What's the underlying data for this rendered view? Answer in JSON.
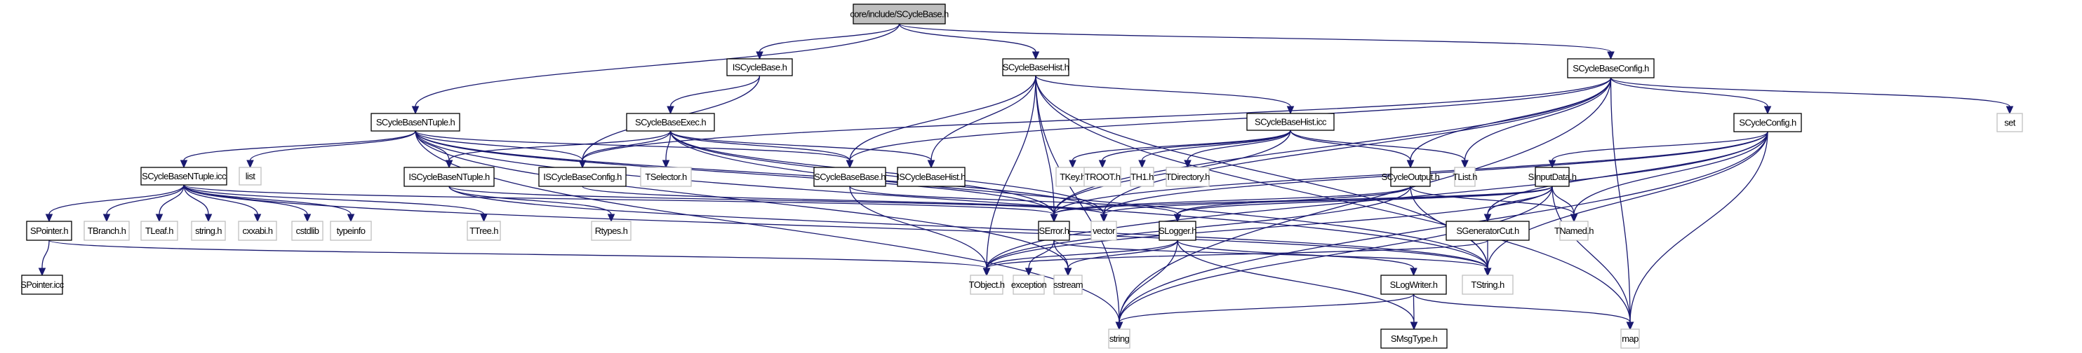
{
  "title": "core/include/SCycleBase.h include dependency graph",
  "colors": {
    "edge": "#191970",
    "root_fill": "#bfbfbf",
    "doc_border": "#000000",
    "external_border": "#bfbfbf"
  },
  "nodes": [
    {
      "id": "root",
      "label": "core/include/SCycleBase.h",
      "kind": "root"
    },
    {
      "id": "ISCycleBase",
      "label": "ISCycleBase.h",
      "kind": "doc"
    },
    {
      "id": "SCycleBaseHist",
      "label": "SCycleBaseHist.h",
      "kind": "doc"
    },
    {
      "id": "SCycleBaseConfig",
      "label": "SCycleBaseConfig.h",
      "kind": "doc"
    },
    {
      "id": "SCycleBaseNTuple",
      "label": "SCycleBaseNTuple.h",
      "kind": "doc"
    },
    {
      "id": "SCycleBaseExec",
      "label": "SCycleBaseExec.h",
      "kind": "doc"
    },
    {
      "id": "SCycleBaseHistIcc",
      "label": "SCycleBaseHist.icc",
      "kind": "doc"
    },
    {
      "id": "SCycleConfig",
      "label": "SCycleConfig.h",
      "kind": "doc"
    },
    {
      "id": "set",
      "label": "set",
      "kind": "ext"
    },
    {
      "id": "SCycleBaseNTupleIcc",
      "label": "SCycleBaseNTuple.icc",
      "kind": "doc"
    },
    {
      "id": "list",
      "label": "list",
      "kind": "ext"
    },
    {
      "id": "ISCycleBaseNTuple",
      "label": "ISCycleBaseNTuple.h",
      "kind": "doc"
    },
    {
      "id": "ISCycleBaseConfig",
      "label": "ISCycleBaseConfig.h",
      "kind": "doc"
    },
    {
      "id": "TSelector",
      "label": "TSelector.h",
      "kind": "ext"
    },
    {
      "id": "SCycleBaseBase",
      "label": "SCycleBaseBase.h",
      "kind": "doc"
    },
    {
      "id": "ISCycleBaseHist",
      "label": "ISCycleBaseHist.h",
      "kind": "doc"
    },
    {
      "id": "TKey",
      "label": "TKey.h",
      "kind": "ext"
    },
    {
      "id": "TROOT",
      "label": "TROOT.h",
      "kind": "ext"
    },
    {
      "id": "TH1",
      "label": "TH1.h",
      "kind": "ext"
    },
    {
      "id": "TDirectory",
      "label": "TDirectory.h",
      "kind": "ext"
    },
    {
      "id": "SCycleOutput",
      "label": "SCycleOutput.h",
      "kind": "doc"
    },
    {
      "id": "TList",
      "label": "TList.h",
      "kind": "ext"
    },
    {
      "id": "SInputData",
      "label": "SInputData.h",
      "kind": "doc"
    },
    {
      "id": "SPointer",
      "label": "SPointer.h",
      "kind": "doc"
    },
    {
      "id": "TBranch",
      "label": "TBranch.h",
      "kind": "ext"
    },
    {
      "id": "TLeaf",
      "label": "TLeaf.h",
      "kind": "ext"
    },
    {
      "id": "stringh",
      "label": "string.h",
      "kind": "ext"
    },
    {
      "id": "cxxabi",
      "label": "cxxabi.h",
      "kind": "ext"
    },
    {
      "id": "cstdlib",
      "label": "cstdlib",
      "kind": "ext"
    },
    {
      "id": "typeinfo",
      "label": "typeinfo",
      "kind": "ext"
    },
    {
      "id": "TTree",
      "label": "TTree.h",
      "kind": "ext"
    },
    {
      "id": "Rtypes",
      "label": "Rtypes.h",
      "kind": "ext"
    },
    {
      "id": "SError",
      "label": "SError.h",
      "kind": "doc"
    },
    {
      "id": "vector",
      "label": "vector",
      "kind": "ext"
    },
    {
      "id": "SLogger",
      "label": "SLogger.h",
      "kind": "doc"
    },
    {
      "id": "SGeneratorCut",
      "label": "SGeneratorCut.h",
      "kind": "doc"
    },
    {
      "id": "TNamed",
      "label": "TNamed.h",
      "kind": "ext"
    },
    {
      "id": "SPointerIcc",
      "label": "SPointer.icc",
      "kind": "doc"
    },
    {
      "id": "TObject",
      "label": "TObject.h",
      "kind": "ext"
    },
    {
      "id": "exception",
      "label": "exception",
      "kind": "ext"
    },
    {
      "id": "sstream",
      "label": "sstream",
      "kind": "ext"
    },
    {
      "id": "SLogWriter",
      "label": "SLogWriter.h",
      "kind": "doc"
    },
    {
      "id": "TString",
      "label": "TString.h",
      "kind": "ext"
    },
    {
      "id": "string",
      "label": "string",
      "kind": "ext"
    },
    {
      "id": "SMsgType",
      "label": "SMsgType.h",
      "kind": "doc"
    },
    {
      "id": "map",
      "label": "map",
      "kind": "ext"
    }
  ],
  "edges": [
    [
      "root",
      "ISCycleBase"
    ],
    [
      "root",
      "SCycleBaseHist"
    ],
    [
      "root",
      "SCycleBaseConfig"
    ],
    [
      "root",
      "SCycleBaseNTuple"
    ],
    [
      "ISCycleBase",
      "SCycleBaseExec"
    ],
    [
      "ISCycleBase",
      "ISCycleBaseConfig"
    ],
    [
      "SCycleBaseHist",
      "SCycleBaseHistIcc"
    ],
    [
      "SCycleBaseHist",
      "SCycleBaseBase"
    ],
    [
      "SCycleBaseHist",
      "ISCycleBaseHist"
    ],
    [
      "SCycleBaseHist",
      "SError"
    ],
    [
      "SCycleBaseHist",
      "TObject"
    ],
    [
      "SCycleBaseHist",
      "TString"
    ],
    [
      "SCycleBaseHist",
      "string"
    ],
    [
      "SCycleBaseHist",
      "map"
    ],
    [
      "SCycleBaseConfig",
      "SCycleConfig"
    ],
    [
      "SCycleBaseConfig",
      "set"
    ],
    [
      "SCycleBaseConfig",
      "ISCycleBaseConfig"
    ],
    [
      "SCycleBaseConfig",
      "SCycleBaseBase"
    ],
    [
      "SCycleBaseConfig",
      "TList"
    ],
    [
      "SCycleBaseConfig",
      "vector"
    ],
    [
      "SCycleBaseConfig",
      "SError"
    ],
    [
      "SCycleBaseConfig",
      "map"
    ],
    [
      "SCycleBaseConfig",
      "string"
    ],
    [
      "SCycleBaseConfig",
      "SCycleOutput"
    ],
    [
      "SCycleBaseNTuple",
      "SCycleBaseNTupleIcc"
    ],
    [
      "SCycleBaseNTuple",
      "list"
    ],
    [
      "SCycleBaseNTuple",
      "ISCycleBaseNTuple"
    ],
    [
      "SCycleBaseNTuple",
      "ISCycleBaseConfig"
    ],
    [
      "SCycleBaseNTuple",
      "SCycleBaseBase"
    ],
    [
      "SCycleBaseNTuple",
      "SError"
    ],
    [
      "SCycleBaseNTuple",
      "vector"
    ],
    [
      "SCycleBaseNTuple",
      "string"
    ],
    [
      "SCycleBaseNTuple",
      "TString"
    ],
    [
      "SCycleBaseNTuple",
      "sstream"
    ],
    [
      "SCycleBaseExec",
      "ISCycleBaseNTuple"
    ],
    [
      "SCycleBaseExec",
      "ISCycleBaseConfig"
    ],
    [
      "SCycleBaseExec",
      "TSelector"
    ],
    [
      "SCycleBaseExec",
      "SCycleBaseBase"
    ],
    [
      "SCycleBaseExec",
      "ISCycleBaseHist"
    ],
    [
      "SCycleBaseExec",
      "SError"
    ],
    [
      "SCycleBaseExec",
      "vector"
    ],
    [
      "SCycleBaseExec",
      "TString"
    ],
    [
      "SCycleBaseHistIcc",
      "TKey"
    ],
    [
      "SCycleBaseHistIcc",
      "TROOT"
    ],
    [
      "SCycleBaseHistIcc",
      "TH1"
    ],
    [
      "SCycleBaseHistIcc",
      "TDirectory"
    ],
    [
      "SCycleBaseHistIcc",
      "TList"
    ],
    [
      "SCycleBaseHistIcc",
      "SCycleOutput"
    ],
    [
      "SCycleBaseHistIcc",
      "SError"
    ],
    [
      "SCycleConfig",
      "SInputData"
    ],
    [
      "SCycleConfig",
      "TNamed"
    ],
    [
      "SCycleConfig",
      "map"
    ],
    [
      "SCycleConfig",
      "vector"
    ],
    [
      "SCycleConfig",
      "SError"
    ],
    [
      "SCycleConfig",
      "SGeneratorCut"
    ],
    [
      "SCycleConfig",
      "TString"
    ],
    [
      "SCycleConfig",
      "string"
    ],
    [
      "SCycleConfig",
      "TObject"
    ],
    [
      "SCycleBaseNTupleIcc",
      "SPointer"
    ],
    [
      "SCycleBaseNTupleIcc",
      "TBranch"
    ],
    [
      "SCycleBaseNTupleIcc",
      "TLeaf"
    ],
    [
      "SCycleBaseNTupleIcc",
      "stringh"
    ],
    [
      "SCycleBaseNTupleIcc",
      "cxxabi"
    ],
    [
      "SCycleBaseNTupleIcc",
      "cstdlib"
    ],
    [
      "SCycleBaseNTupleIcc",
      "typeinfo"
    ],
    [
      "SCycleBaseNTupleIcc",
      "TTree"
    ],
    [
      "SCycleBaseNTupleIcc",
      "SError"
    ],
    [
      "SCycleBaseNTupleIcc",
      "TString"
    ],
    [
      "ISCycleBaseNTuple",
      "Rtypes"
    ],
    [
      "ISCycleBaseNTuple",
      "vector"
    ],
    [
      "ISCycleBaseNTuple",
      "TString"
    ],
    [
      "ISCycleBaseConfig",
      "vector"
    ],
    [
      "SCycleBaseBase",
      "SLogger"
    ],
    [
      "SCycleBaseBase",
      "TObject"
    ],
    [
      "SCycleOutput",
      "TNamed"
    ],
    [
      "SCycleOutput",
      "SLogger"
    ],
    [
      "SCycleOutput",
      "SError"
    ],
    [
      "SCycleOutput",
      "TString"
    ],
    [
      "SCycleOutput",
      "TObject"
    ],
    [
      "SInputData",
      "TNamed"
    ],
    [
      "SInputData",
      "vector"
    ],
    [
      "SInputData",
      "SError"
    ],
    [
      "SInputData",
      "SLogger"
    ],
    [
      "SInputData",
      "SGeneratorCut"
    ],
    [
      "SInputData",
      "map"
    ],
    [
      "SInputData",
      "TObject"
    ],
    [
      "SInputData",
      "string"
    ],
    [
      "SPointer",
      "SPointerIcc"
    ],
    [
      "SPointer",
      "TObject"
    ],
    [
      "SError",
      "exception"
    ],
    [
      "SError",
      "sstream"
    ],
    [
      "SError",
      "TString"
    ],
    [
      "SLogger",
      "SLogWriter"
    ],
    [
      "SLogger",
      "TObject"
    ],
    [
      "SLogger",
      "sstream"
    ],
    [
      "SLogger",
      "string"
    ],
    [
      "SLogger",
      "SMsgType"
    ],
    [
      "SGeneratorCut",
      "TString"
    ],
    [
      "SGeneratorCut",
      "TObject"
    ],
    [
      "SLogWriter",
      "SMsgType"
    ],
    [
      "SLogWriter",
      "string"
    ],
    [
      "SLogWriter",
      "map"
    ]
  ]
}
